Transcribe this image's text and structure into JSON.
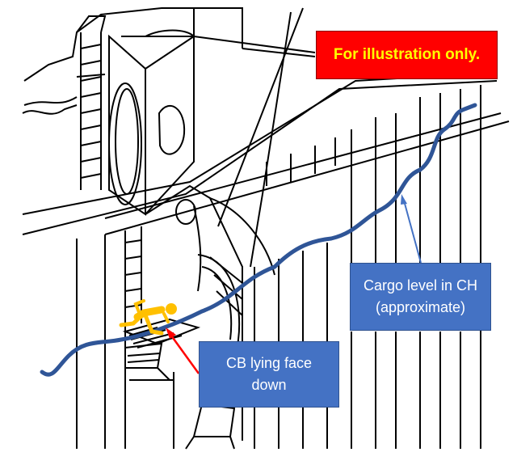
{
  "banner": {
    "text": "For illustration only.",
    "bg": "#ff0000",
    "fg": "#ffff00"
  },
  "cargo_callout": {
    "text": "Cargo level in CH\n(approximate)",
    "bg": "#4472c4"
  },
  "cb_callout": {
    "text": "CB lying face\ndown",
    "bg": "#4472c4"
  },
  "colors": {
    "line_art": "#000000",
    "cargo_line": "#2f5597",
    "pointer_blue": "#4472c4",
    "pointer_red": "#ff0000",
    "figure": "#ffc000"
  }
}
